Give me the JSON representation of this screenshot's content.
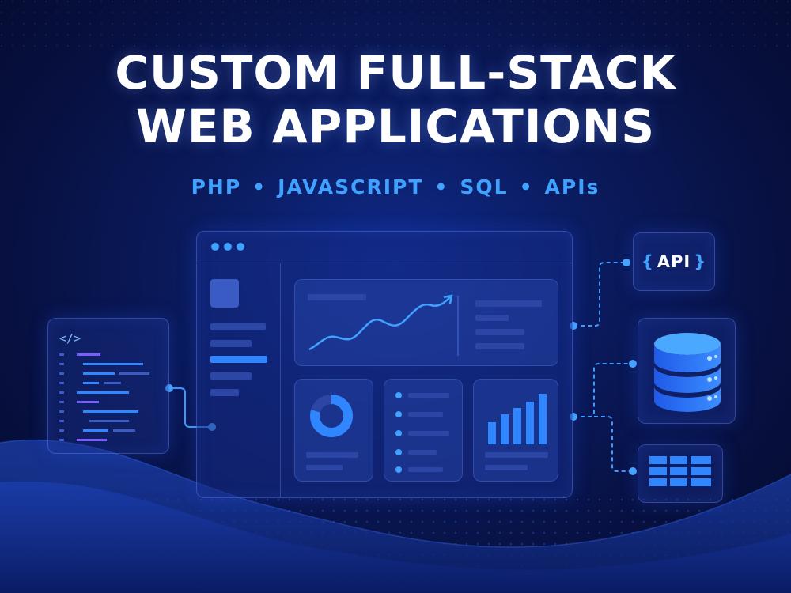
{
  "headline": {
    "line1": "CUSTOM FULL-STACK",
    "line2": "WEB APPLICATIONS"
  },
  "technologies": [
    "PHP",
    "JAVASCRIPT",
    "SQL",
    "APIs"
  ],
  "separator": "•",
  "code_panel": {
    "tag": "</>"
  },
  "api_panel": {
    "label": "API",
    "brace_open": "{",
    "brace_close": "}"
  },
  "icons": {
    "code": "code-brackets-icon",
    "database": "database-icon",
    "table": "table-grid-icon",
    "line_chart": "line-chart-icon",
    "donut_chart": "donut-chart-icon",
    "bar_chart": "bar-chart-icon"
  },
  "colors": {
    "background": "#071040",
    "accent": "#3fa2ff",
    "panel": "#1c3496",
    "text": "#ffffff"
  }
}
